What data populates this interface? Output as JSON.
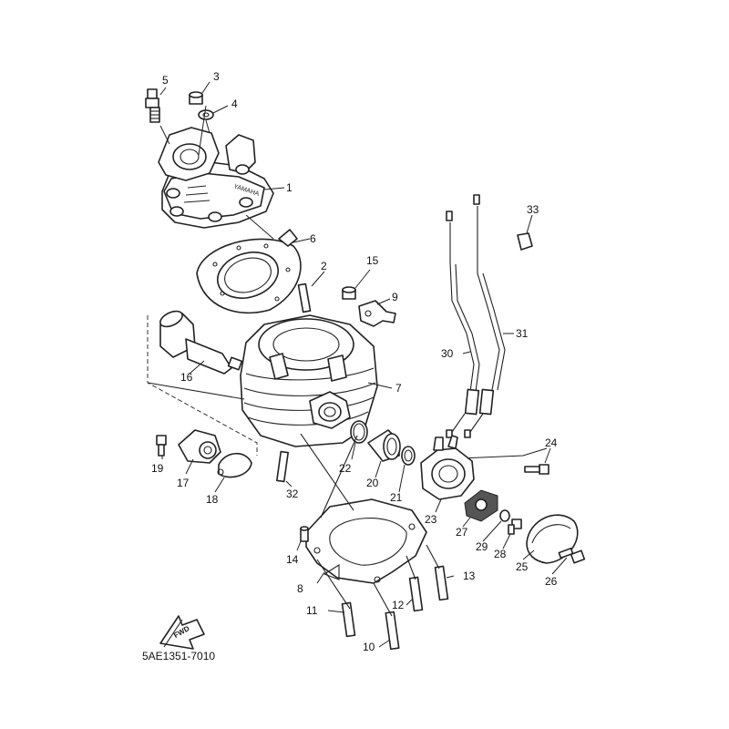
{
  "diagram_code": "5AE1351-7010",
  "fwd_label": "FWD",
  "head_mark": "YAMAHA",
  "callouts": [
    "1",
    "2",
    "3",
    "4",
    "5",
    "6",
    "7",
    "8",
    "9",
    "10",
    "11",
    "12",
    "13",
    "14",
    "15",
    "16",
    "17",
    "18",
    "19",
    "20",
    "21",
    "22",
    "23",
    "24",
    "25",
    "26",
    "27",
    "28",
    "29",
    "30",
    "31",
    "32",
    "33"
  ]
}
